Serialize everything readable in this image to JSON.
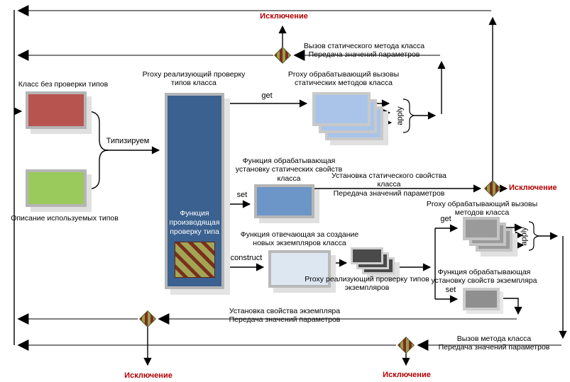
{
  "nodes": {
    "class_box": {
      "label": "Класс без проверки типов",
      "color": "#b85450"
    },
    "types_box": {
      "label": "Описание используемых типов",
      "color": "#9aca5c"
    },
    "proxy_class": {
      "label": "Proxy реализующий проверку типов класса",
      "inner_label": "Функция производящая проверку типа",
      "color": "#3a618f"
    },
    "static_calls_proxy": {
      "label": "Proxy обрабатывающий вызовы статических методов класса",
      "color": "#a9c4e8"
    },
    "static_set_fn": {
      "label": "Функция обрабатывающая установку статических свойств класса",
      "color": "#6d96c8"
    },
    "create_fn": {
      "label": "Функция отвечающая за создание новых экземпляров класса",
      "color": "#dce7f2"
    },
    "instance_check_proxy": {
      "label": "Proxy реализующий проверку типов экземпляров",
      "color": "#4a4a4a"
    },
    "method_calls_proxy": {
      "label": "Proxy обрабатывающий вызовы методов класса",
      "color": "#9a9a9a"
    },
    "instance_set_fn": {
      "label": "Функция обрабатывающая установку свойств экземпляра",
      "color": "#8f8f8f"
    }
  },
  "edges": {
    "typing": "Типизируем",
    "get": "get",
    "set": "set",
    "construct": "construct",
    "apply": "apply",
    "static_method_call": "Вызов статического метода класса",
    "static_prop_set": "Установка статического свойства класса",
    "instance_prop_set": "Установка свойства экземпляра",
    "method_call": "Вызов метода класса",
    "params": "Передача значений параметров",
    "exception": "Исключение"
  },
  "colors": {
    "exception_text": "#b30000",
    "connector_gray": "#808080",
    "connector_black": "#000000",
    "diamond_stripe_olive": "#9c9b4c",
    "diamond_stripe_red": "#7a2f1d"
  }
}
